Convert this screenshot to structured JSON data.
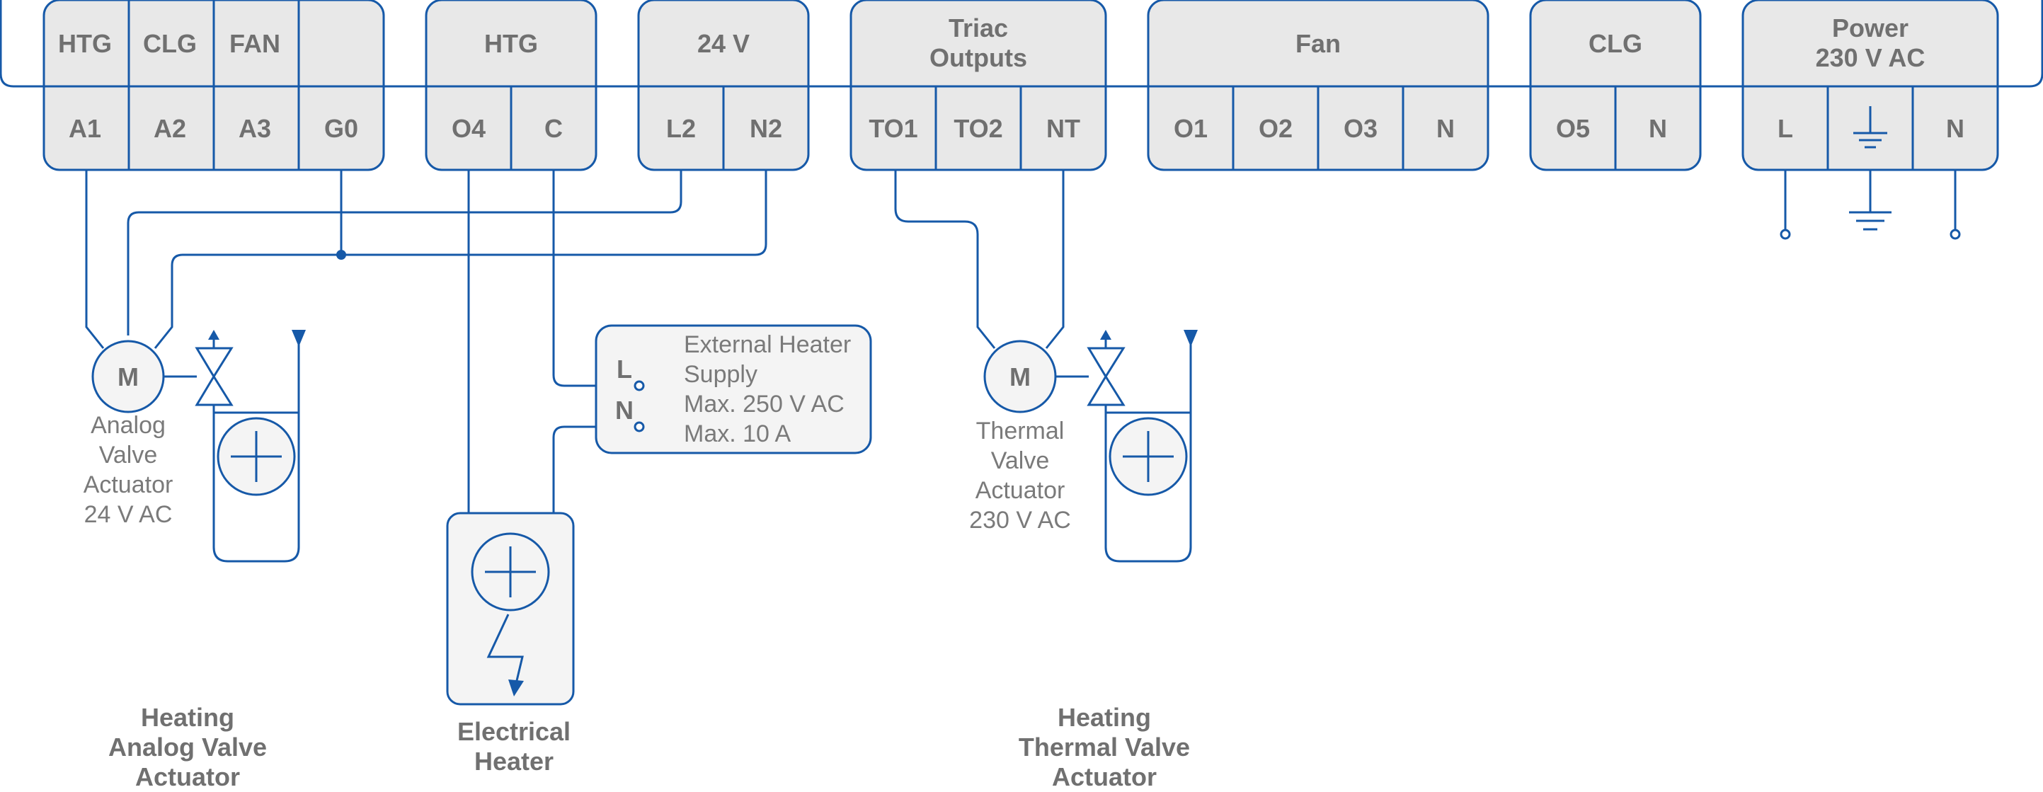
{
  "terminal_blocks": [
    {
      "id": "input",
      "header": [
        "HTG",
        "CLG",
        "FAN",
        ""
      ],
      "terminals": [
        "A1",
        "A2",
        "A3",
        "G0"
      ]
    },
    {
      "id": "htg",
      "header": [
        "HTG"
      ],
      "terminals": [
        "O4",
        "C"
      ]
    },
    {
      "id": "v24",
      "header": [
        "24 V"
      ],
      "terminals": [
        "L2",
        "N2"
      ]
    },
    {
      "id": "triac",
      "header": [
        "Triac",
        "Outputs"
      ],
      "terminals": [
        "TO1",
        "TO2",
        "NT"
      ]
    },
    {
      "id": "fan",
      "header": [
        "Fan"
      ],
      "terminals": [
        "O1",
        "O2",
        "O3",
        "N"
      ]
    },
    {
      "id": "clg",
      "header": [
        "CLG"
      ],
      "terminals": [
        "O5",
        "N"
      ]
    },
    {
      "id": "power",
      "header": [
        "Power",
        "230 V AC"
      ],
      "terminals": [
        "L",
        "",
        "N"
      ]
    }
  ],
  "components": {
    "analog_actuator": {
      "motor": "M",
      "label": [
        "Analog",
        "Valve",
        "Actuator",
        "24 V AC"
      ]
    },
    "thermal_actuator": {
      "motor": "M",
      "label": [
        "Thermal",
        "Valve",
        "Actuator",
        "230 V AC"
      ]
    },
    "external_supply": {
      "pins": [
        "L",
        "N"
      ],
      "text": [
        "External Heater",
        "Supply",
        "Max. 250 V AC",
        "Max. 10 A"
      ]
    }
  },
  "captions": [
    {
      "id": "analog",
      "lines": [
        "Heating",
        "Analog Valve",
        "Actuator"
      ]
    },
    {
      "id": "electric",
      "lines": [
        "Electrical",
        "Heater"
      ]
    },
    {
      "id": "thermal",
      "lines": [
        "Heating",
        "Thermal Valve",
        "Actuator"
      ]
    }
  ],
  "icons": [
    "ground-icon",
    "pump-icon",
    "valve-icon",
    "heater-icon",
    "lightning-icon",
    "motor-icon"
  ],
  "colors": {
    "line": "#1659a8",
    "block_fill": "#e8e8e8",
    "text": "#707070"
  }
}
